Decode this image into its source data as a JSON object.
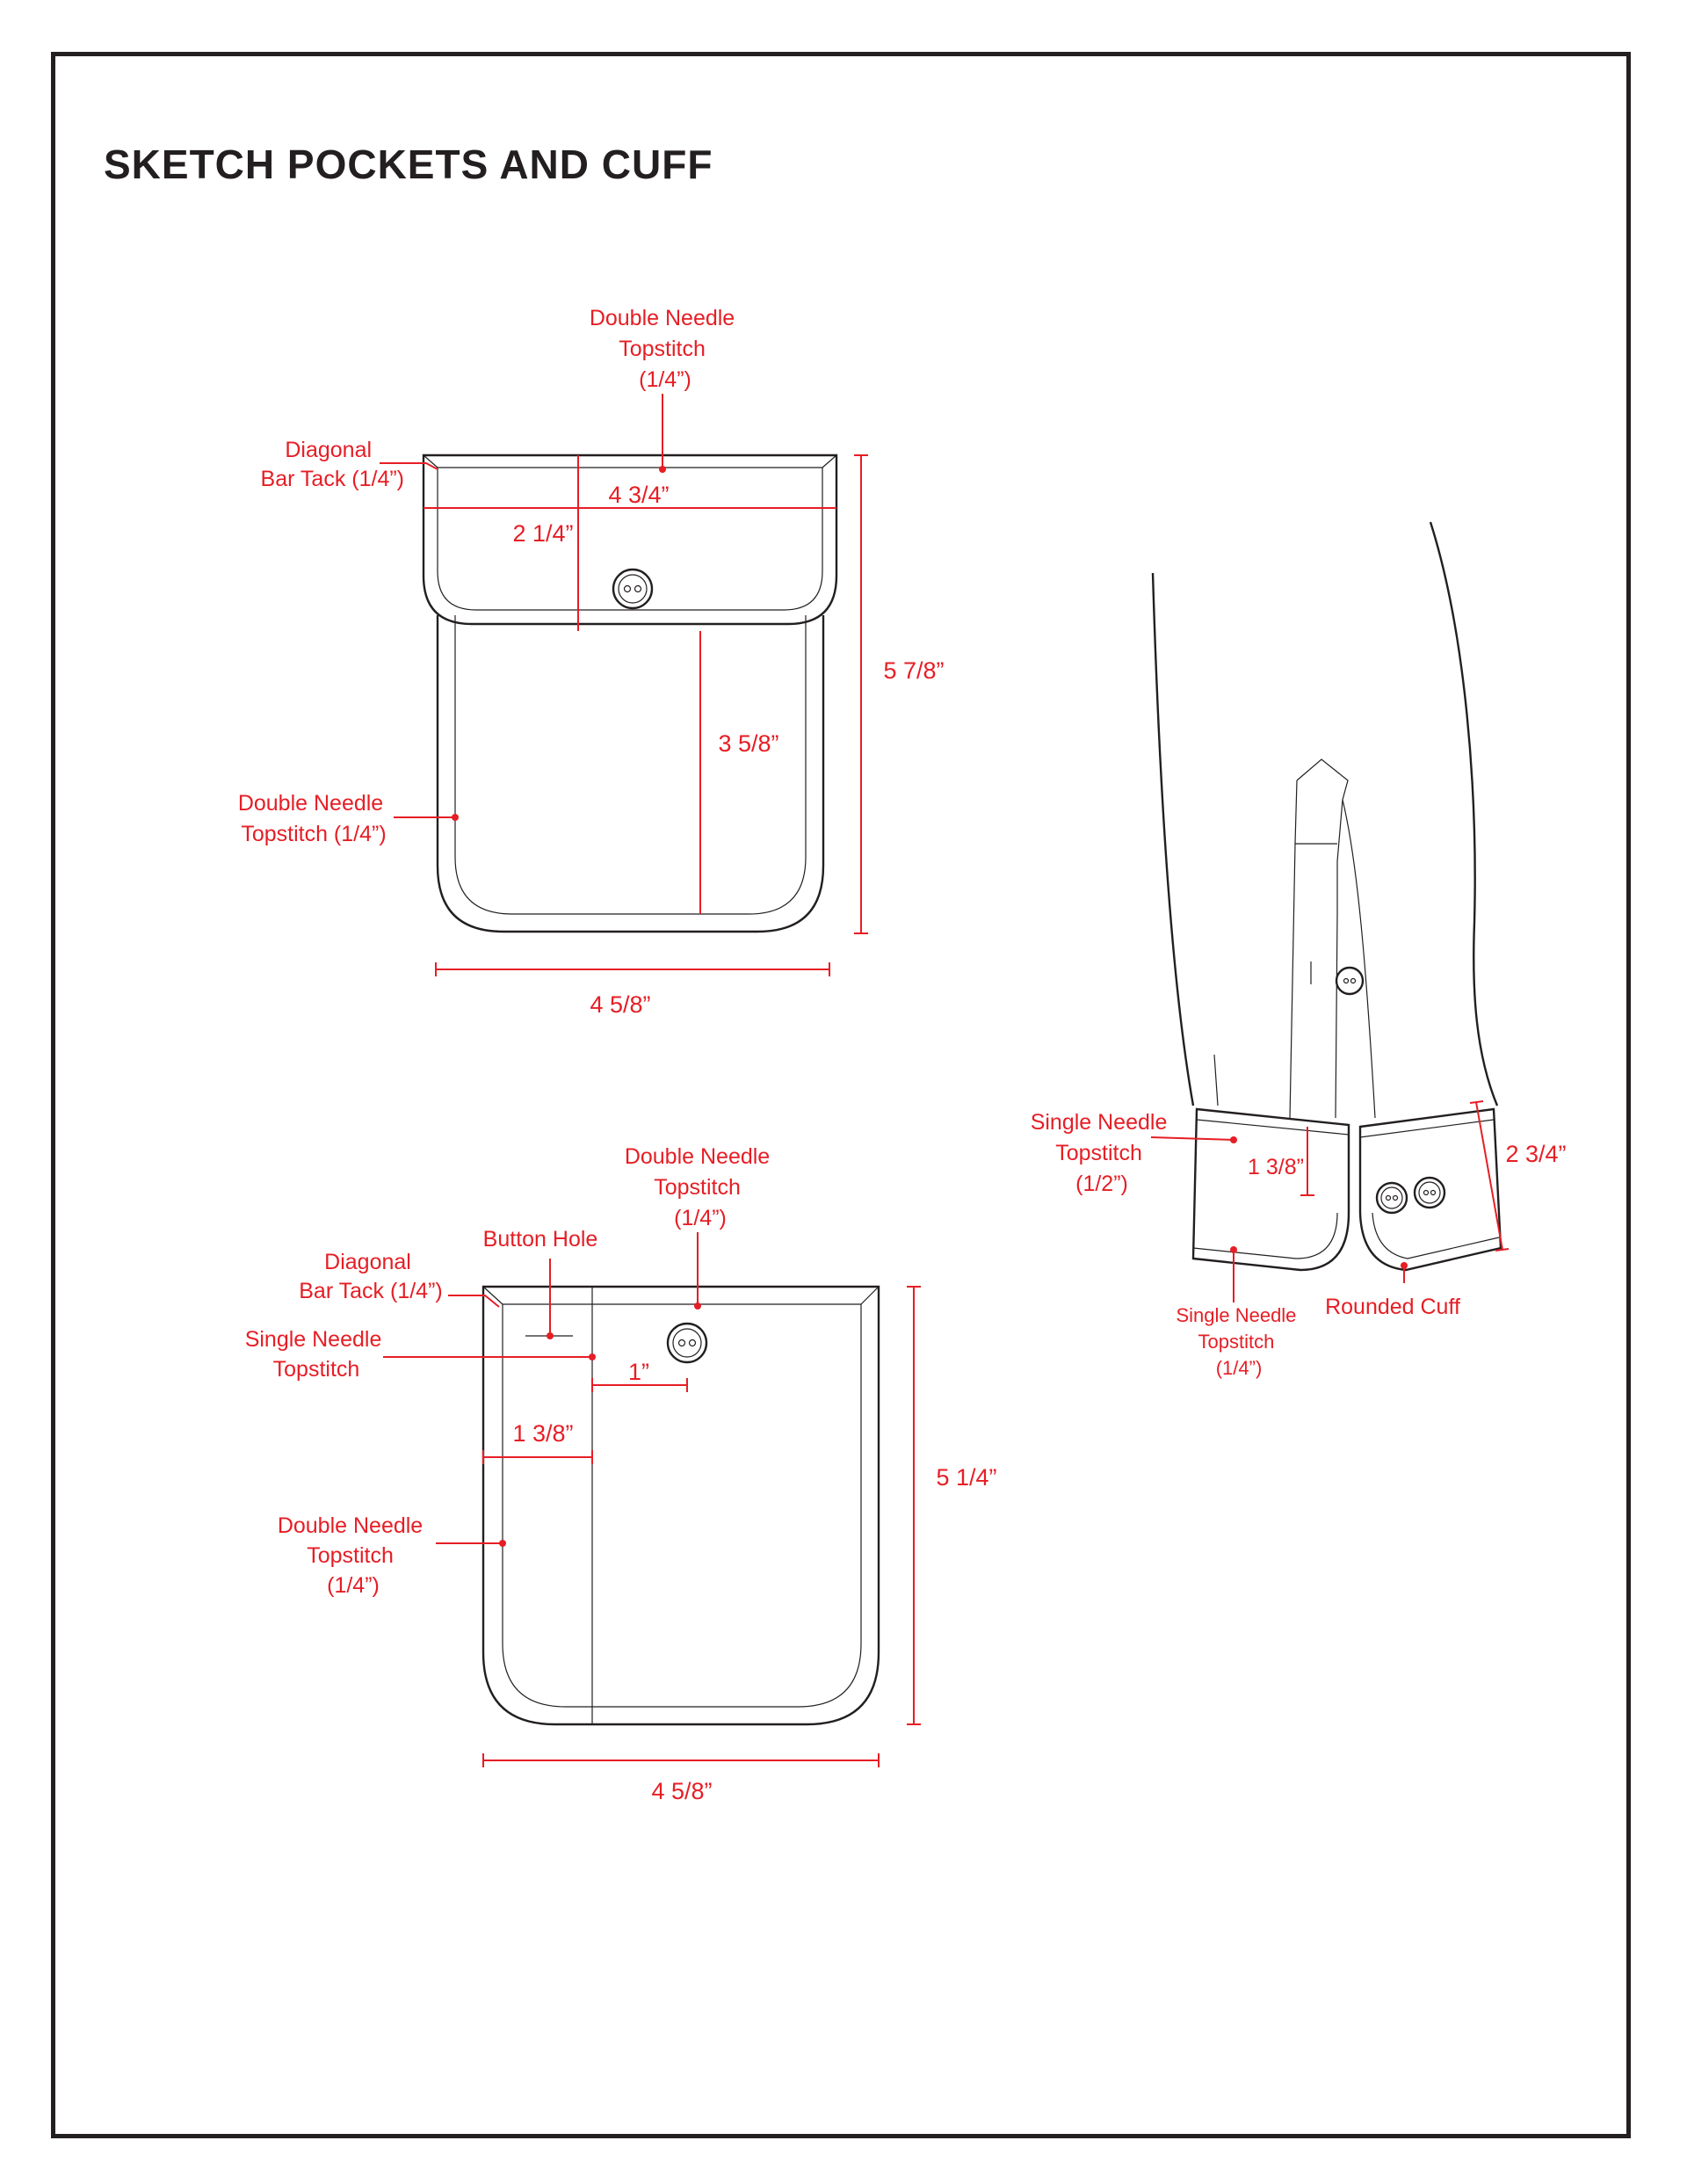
{
  "page": {
    "title": "SKETCH POCKETS AND CUFF"
  },
  "flap_pocket": {
    "topstitch_top": [
      "Double Needle",
      "Topstitch",
      "(1/4”)"
    ],
    "bar_tack": [
      "Diagonal",
      "Bar Tack (1/4”)"
    ],
    "topstitch_side": [
      "Double Needle",
      "Topstitch (1/4”)"
    ],
    "flap_width": "4 3/4”",
    "flap_depth": "2 1/4”",
    "body_depth": "3 5/8”",
    "total_height": "5 7/8”",
    "body_width": "4 5/8”"
  },
  "patch_pocket": {
    "topstitch_top": [
      "Double Needle",
      "Topstitch",
      "(1/4”)"
    ],
    "button_hole": "Button Hole",
    "bar_tack": [
      "Diagonal",
      "Bar Tack (1/4”)"
    ],
    "single_topstitch": [
      "Single Needle",
      "Topstitch"
    ],
    "button_offset": "1”",
    "panel_width": "1 3/8”",
    "topstitch_side": [
      "Double Needle",
      "Topstitch",
      "(1/4”)"
    ],
    "height": "5 1/4”",
    "width": "4 5/8”"
  },
  "cuff": {
    "single_topstitch_top": [
      "Single Needle",
      "Topstitch",
      "(1/2”)"
    ],
    "inner_depth": "1 3/8”",
    "height": "2 3/4”",
    "single_topstitch_bottom": [
      "Single Needle",
      "Topstitch",
      "(1/4”)"
    ],
    "rounded_cuff": "Rounded Cuff"
  }
}
